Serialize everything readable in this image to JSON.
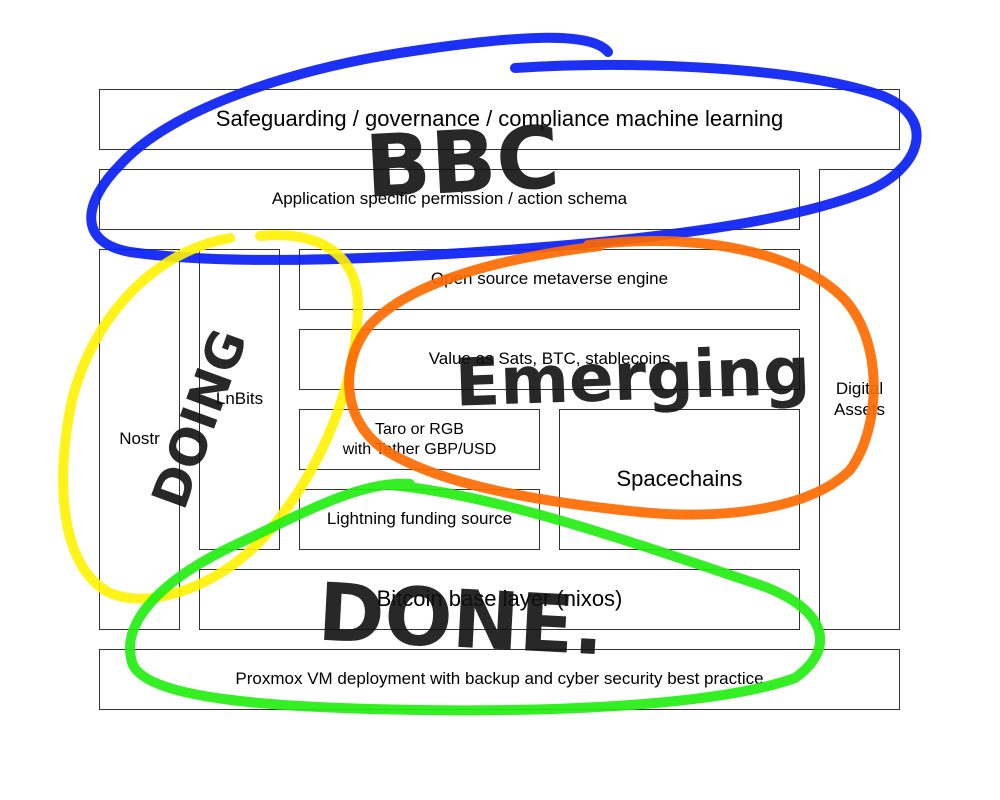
{
  "layers": {
    "safeguarding": "Safeguarding / governance / compliance machine learning",
    "permission": "Application specific permission / action schema",
    "metaverse": "Open source metaverse engine",
    "value": "Value as Sats, BTC, stablecoins",
    "taro": "Taro or RGB\nwith Tether GBP/USD",
    "lightning": "Lightning funding source",
    "spacechains": "Spacechains",
    "bitcoin": "Bitcoin base layer (nixos)",
    "proxmox": "Proxmox VM deployment with backup and cyber security best practice",
    "nostr": "Nostr",
    "lnbits": "LnBits",
    "digital_assets": "Digital\nAssets"
  },
  "annotations": {
    "bbc": {
      "text": "BBC",
      "color": "#0a1ef5"
    },
    "doing": {
      "text": "DOING",
      "color": "#fff200"
    },
    "emerging": {
      "text": "Emerging",
      "color": "#ff6a00"
    },
    "done": {
      "text": "DONE.",
      "color": "#22ee11"
    }
  }
}
